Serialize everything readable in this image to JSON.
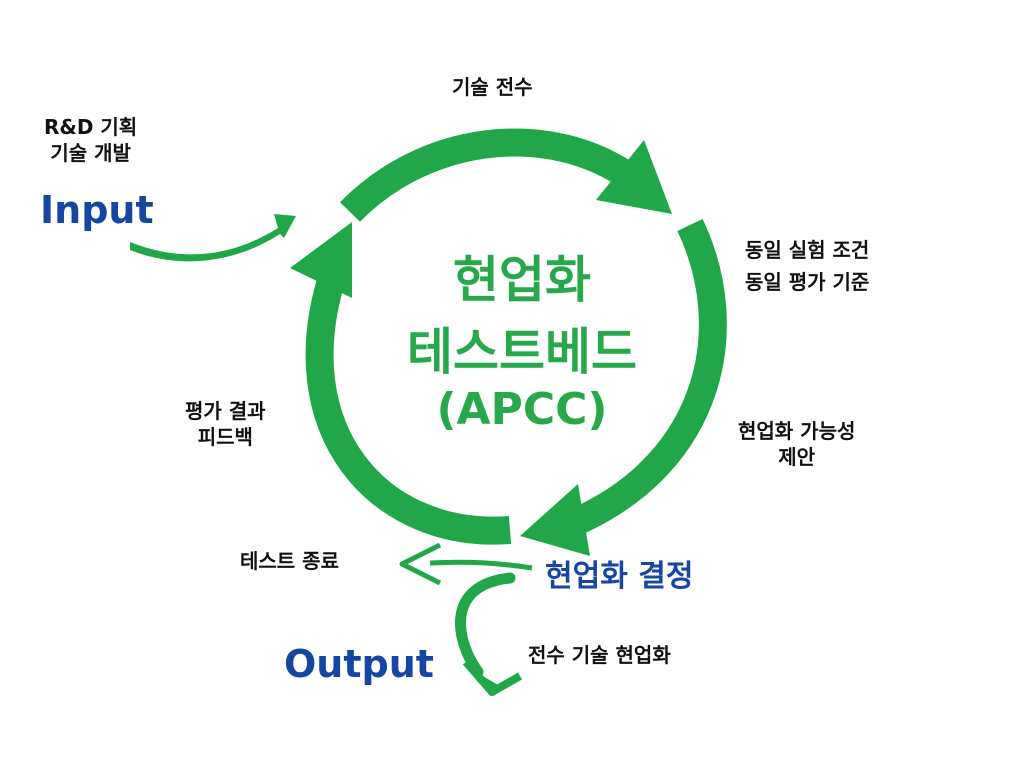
{
  "center": {
    "line1": "현업화",
    "line2": "테스트베드",
    "line3": "(APCC)"
  },
  "labels": {
    "tech_transfer": "기술 전수",
    "rd_planning": "R&D 기획",
    "tech_development": "기술 개발",
    "input": "Input",
    "same_test_conditions": "동일 실험 조건",
    "same_eval_criteria": "동일 평가 기준",
    "feasibility": "현업화 가능성",
    "proposal": "제안",
    "eval_result": "평가 결과",
    "feedback": "피드백",
    "test_end": "테스트 종료",
    "decision": "현업화 결정",
    "output": "Output",
    "transferred_adoption": "전수 기술 현업화"
  },
  "colors": {
    "cycle_green": "#21a64a",
    "center_text_green": "#27a94b",
    "accent_blue": "#1746a2",
    "label_text": "#111111"
  }
}
